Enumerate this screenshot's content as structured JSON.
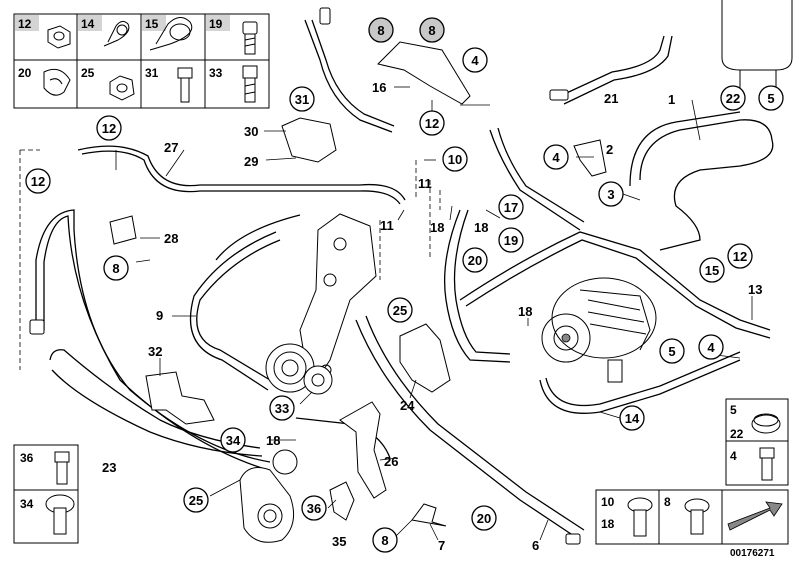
{
  "diagram": {
    "doc_number": "00176271",
    "legend_top": [
      {
        "id": "12",
        "shaded": true
      },
      {
        "id": "14",
        "shaded": true
      },
      {
        "id": "15",
        "shaded": true
      },
      {
        "id": "19",
        "shaded": true
      },
      {
        "id": "20",
        "shaded": false
      },
      {
        "id": "25",
        "shaded": false
      },
      {
        "id": "31",
        "shaded": false
      },
      {
        "id": "33",
        "shaded": false
      }
    ],
    "legend_bottom_left": [
      "36",
      "34"
    ],
    "legend_bottom_right_stack": [
      "5",
      "22",
      "4"
    ],
    "legend_bottom_right_row": [
      "10",
      "18",
      "8"
    ],
    "callouts": {
      "c12a": "12",
      "c12b": "12",
      "c12c": "12",
      "c12d": "12",
      "c8a": "8",
      "c8b": "8",
      "c8c": "8",
      "c8d": "8",
      "c4a": "4",
      "c4b": "4",
      "c4c": "4",
      "c5a": "5",
      "c5b": "5",
      "c3": "3",
      "c10": "10",
      "c14": "14",
      "c15": "15",
      "c17": "17",
      "c19": "19",
      "c20a": "20",
      "c20b": "20",
      "c22": "22",
      "c25a": "25",
      "c25b": "25",
      "c31": "31",
      "c33": "33",
      "c34": "34",
      "c36": "36"
    },
    "labels": {
      "l1": "1",
      "l2": "2",
      "l6": "6",
      "l7": "7",
      "l9": "9",
      "l11a": "11",
      "l11b": "11",
      "l13": "13",
      "l16": "16",
      "l18a": "18",
      "l18b": "18",
      "l18c": "18",
      "l18d": "18",
      "l21": "21",
      "l23": "23",
      "l24": "24",
      "l26": "26",
      "l27": "27",
      "l28": "28",
      "l29": "29",
      "l30": "30",
      "l32": "32",
      "l35": "35"
    }
  }
}
